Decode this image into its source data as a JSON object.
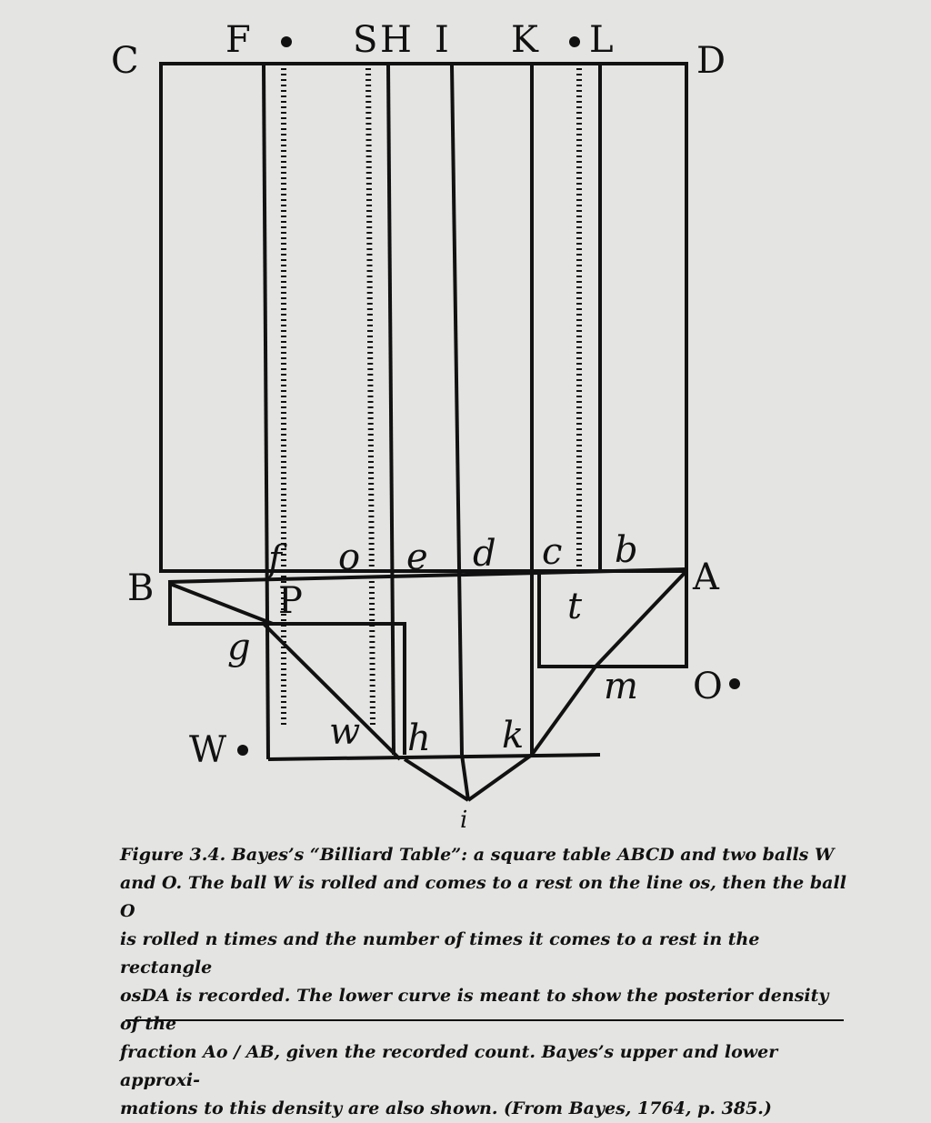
{
  "diagram": {
    "point_labels": {
      "C": "C",
      "F": "F",
      "S": "S",
      "H": "H",
      "I": "I",
      "K": "K",
      "L": "L",
      "D": "D",
      "B": "B",
      "A": "A",
      "O_ball": "O",
      "W_ball": "W",
      "f": "f",
      "o": "o",
      "e": "e",
      "d": "d",
      "c": "c",
      "b": "b",
      "P": "P",
      "t": "t",
      "g": "g",
      "m": "m",
      "w": "w",
      "h": "h",
      "k": "k",
      "i": "i"
    }
  },
  "caption": {
    "lines": [
      "Figure 3.4. Bayes’s “Billiard Table”: a square table ABCD and two balls W",
      "and O. The ball W is rolled and comes to a rest on the line os, then the ball O",
      "is rolled n times and the number of times it comes to a rest in the rectangle",
      "osDA is recorded. The lower curve is meant to show the posterior density of the",
      "fraction Ao / AB, given the recorded count. Bayes’s upper and lower approxi-",
      "mations to this density are also shown. (From Bayes, 1764, p. 385.)"
    ]
  },
  "colors": {
    "ink": "#111111",
    "paper": "#e4e4e2"
  }
}
